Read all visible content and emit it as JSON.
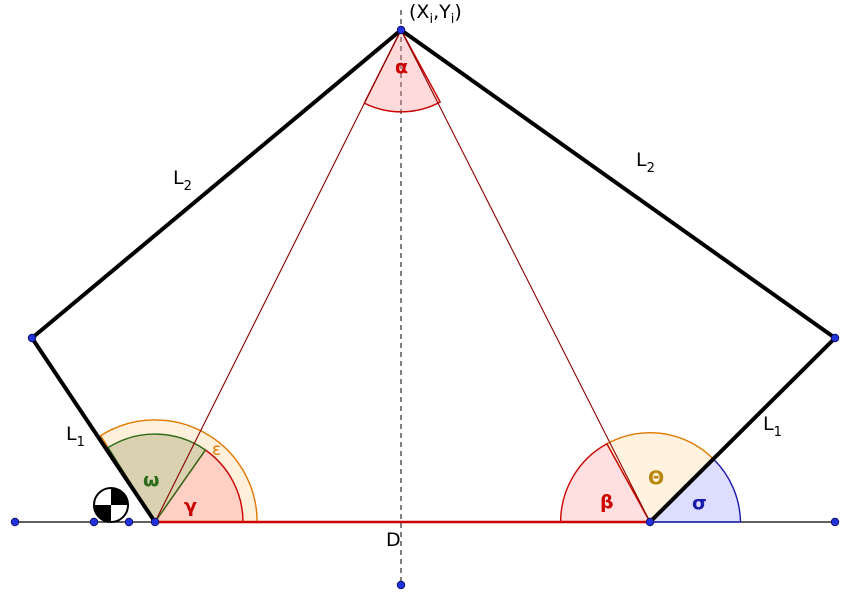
{
  "diagram": {
    "top_point_label": {
      "open": "(X",
      "i1": "i",
      "comma": ",Y",
      "i2": "i",
      "close": ")"
    },
    "base_label": "D",
    "link_labels": {
      "upper_left": {
        "main": "L",
        "sub": "2"
      },
      "upper_right": {
        "main": "L",
        "sub": "2"
      },
      "lower_left": {
        "main": "L",
        "sub": "1"
      },
      "lower_right": {
        "main": "L",
        "sub": "1"
      }
    },
    "angles": {
      "alpha": "α",
      "beta": "β",
      "gamma": "γ",
      "omega": "ω",
      "epsilon": "ε",
      "theta": "Θ",
      "sigma": "σ"
    },
    "colors": {
      "links": "#000000",
      "construction": "#8b0000",
      "base_segment": "#cc0000",
      "alpha_beta_gamma": "#cc0000",
      "omega": "#2e6b1a",
      "epsilon_theta": "#e07800",
      "sigma": "#1a1aaa",
      "theta_label": "#b8860b",
      "points": "#2233dd"
    },
    "icons": [
      "center-of-mass-icon"
    ]
  }
}
